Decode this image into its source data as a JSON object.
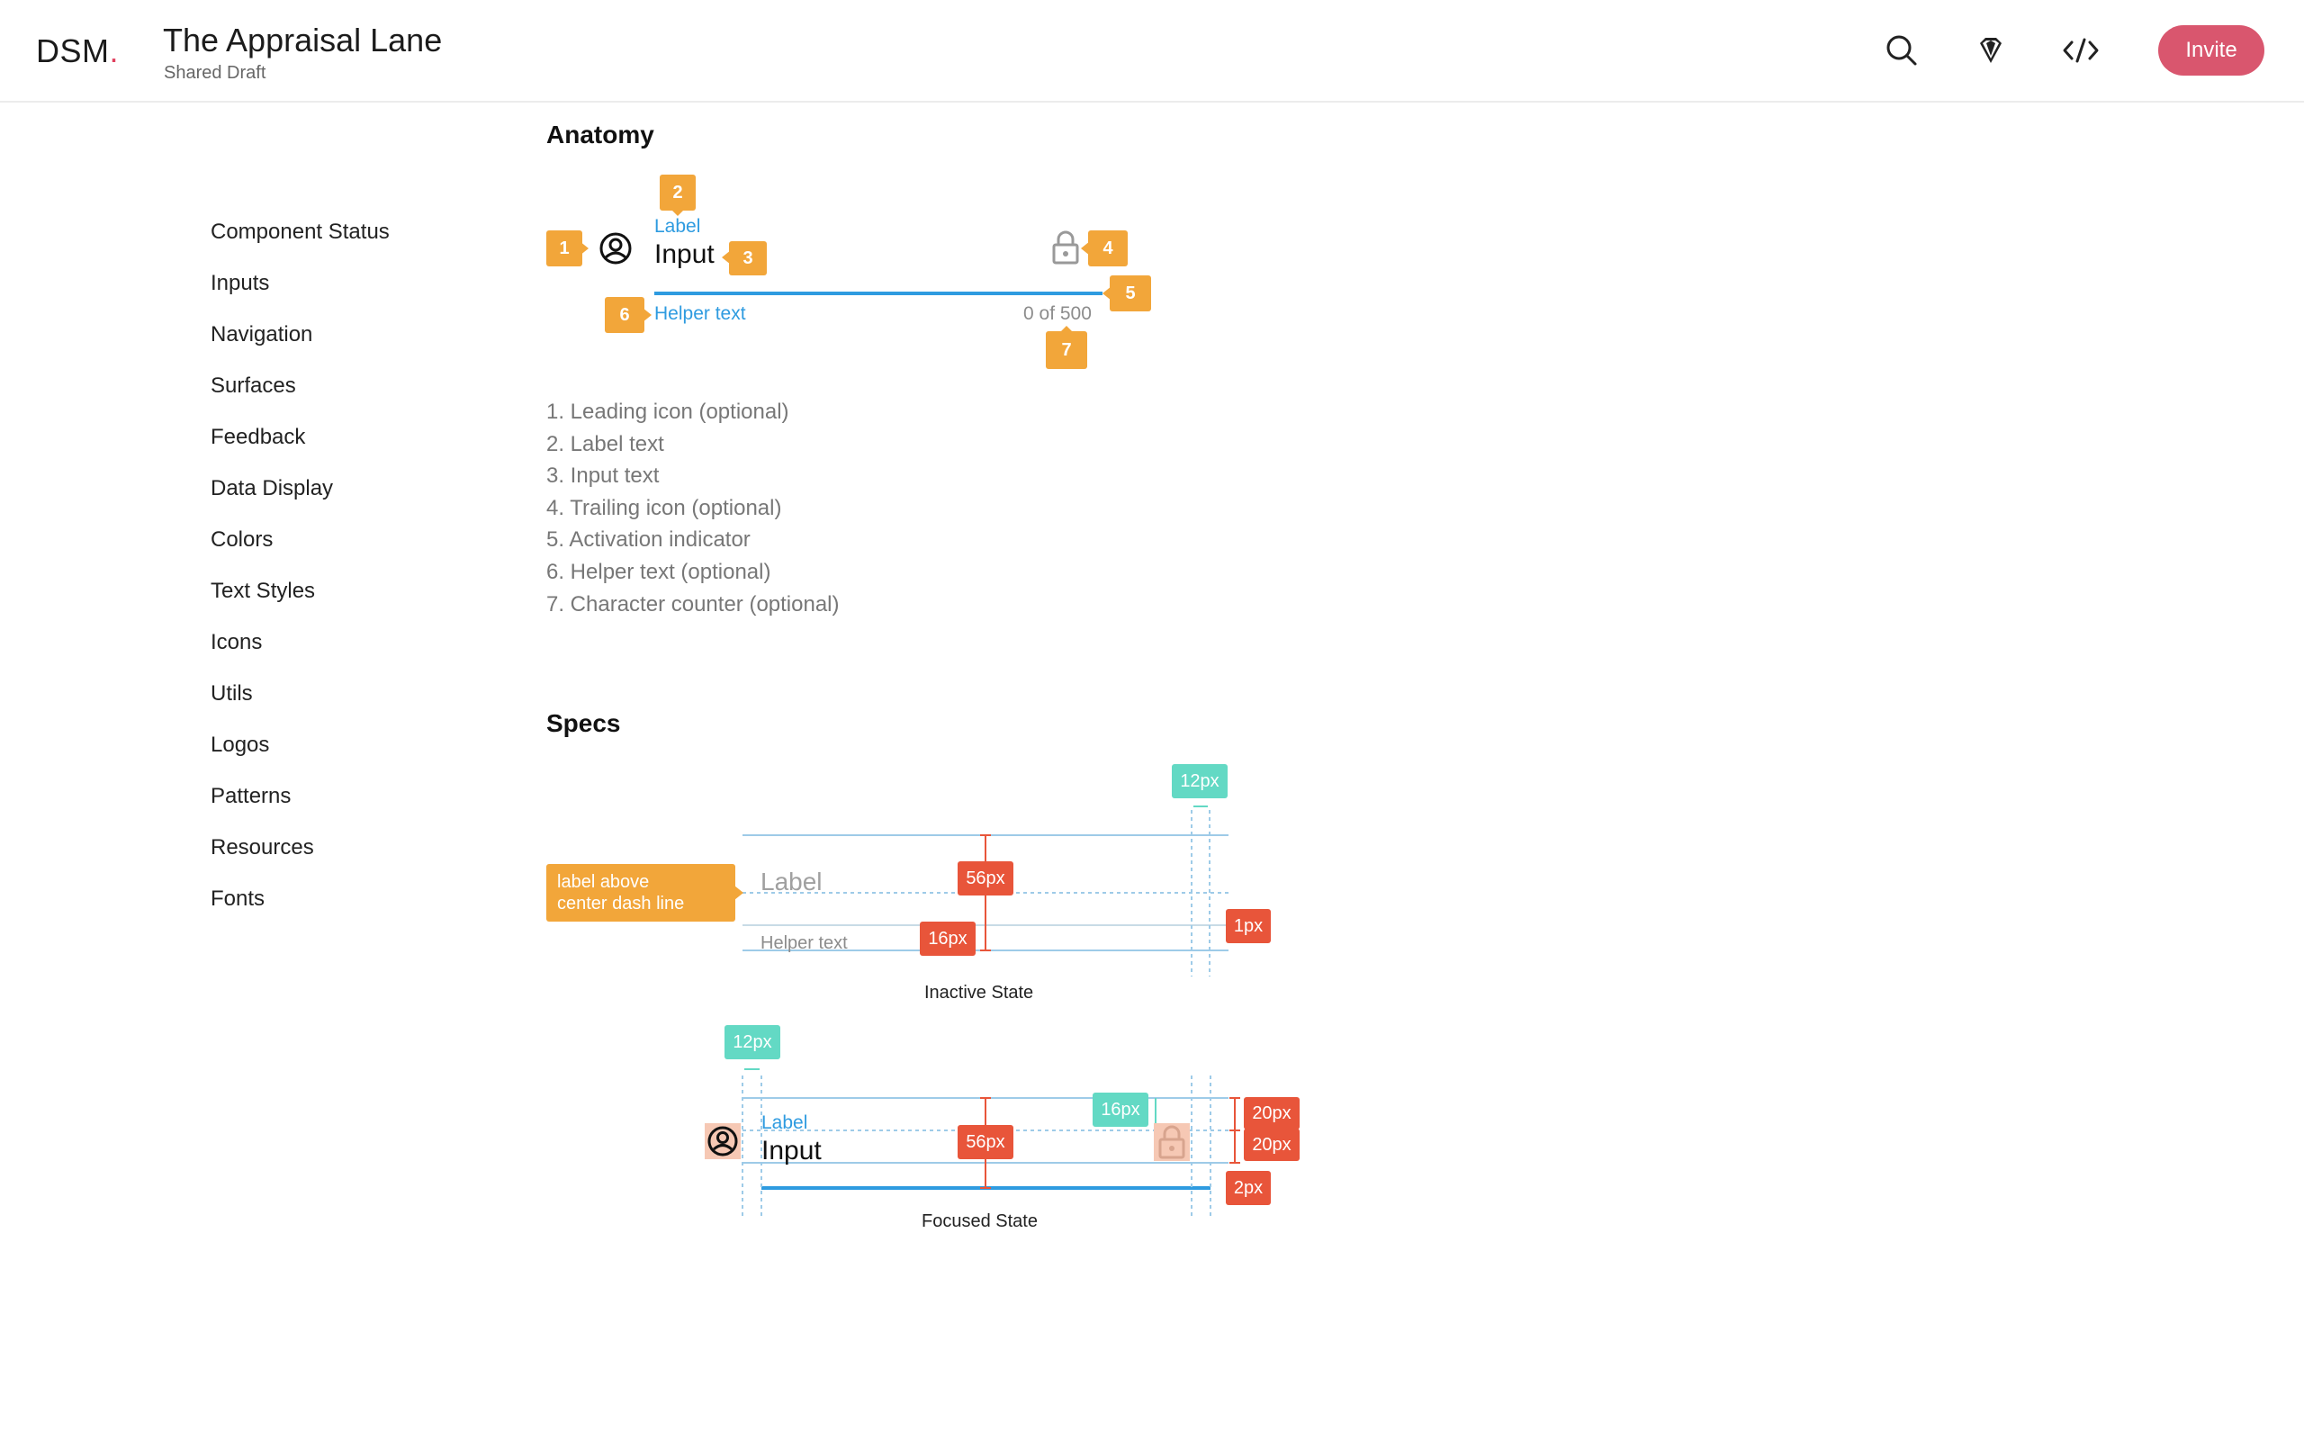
{
  "header": {
    "logo": "DSM",
    "logo_dot": ".",
    "title": "The Appraisal Lane",
    "subtitle": "Shared Draft",
    "invite_label": "Invite"
  },
  "sidebar": {
    "items": [
      {
        "label": "Component Status"
      },
      {
        "label": "Inputs"
      },
      {
        "label": "Navigation"
      },
      {
        "label": "Surfaces"
      },
      {
        "label": "Feedback"
      },
      {
        "label": "Data Display"
      },
      {
        "label": "Colors"
      },
      {
        "label": "Text Styles"
      },
      {
        "label": "Icons"
      },
      {
        "label": "Utils"
      },
      {
        "label": "Logos"
      },
      {
        "label": "Patterns"
      },
      {
        "label": "Resources"
      },
      {
        "label": "Fonts"
      }
    ]
  },
  "anatomy": {
    "title": "Anatomy",
    "label": "Label",
    "input": "Input",
    "helper": "Helper text",
    "counter": "0 of 500",
    "badges": [
      "1",
      "2",
      "3",
      "4",
      "5",
      "6",
      "7"
    ],
    "legend": [
      "1. Leading icon (optional)",
      "2. Label text",
      "3. Input text",
      "4. Trailing icon (optional)",
      "5. Activation indicator",
      "6. Helper text (optional)",
      "7. Character counter (optional)"
    ]
  },
  "specs": {
    "title": "Specs",
    "inactive": {
      "label": "Label",
      "helper": "Helper text",
      "note_line1": "label above",
      "note_line2": "center dash line",
      "tag_12": "12px",
      "tag_56": "56px",
      "tag_16": "16px",
      "tag_1": "1px",
      "caption": "Inactive State"
    },
    "focused": {
      "label": "Label",
      "input": "Input",
      "tag_12": "12px",
      "tag_16": "16px",
      "tag_56": "56px",
      "tag_20a": "20px",
      "tag_20b": "20px",
      "tag_2": "2px",
      "caption": "Focused State"
    }
  },
  "colors": {
    "accent": "#d9566e",
    "badge": "#f2a63a",
    "spec_red": "#e8553a",
    "spec_teal": "#63d9c4",
    "indicator": "#2e9be0"
  }
}
